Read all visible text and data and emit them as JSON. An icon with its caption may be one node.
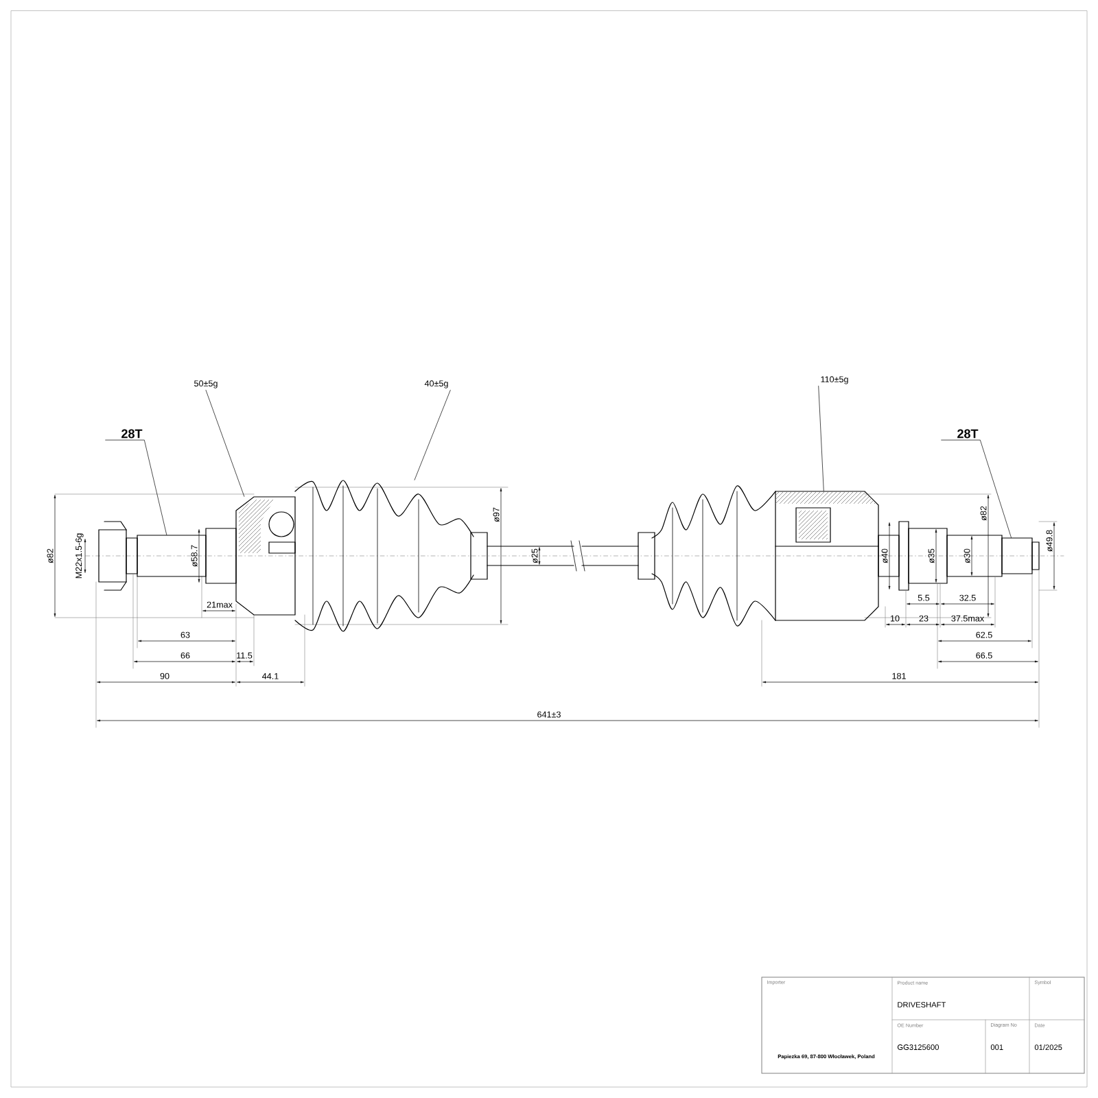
{
  "diagram": {
    "nodes": [
      {
        "text": [
          "28T"
        ]
      },
      {
        "text": [
          "50±5g"
        ]
      },
      {
        "text": [
          "40±5g"
        ]
      },
      {
        "text": [
          "110±5g"
        ]
      },
      {
        "text": [
          "28T"
        ]
      },
      {
        "text": [],
        "shape": "box"
      },
      {
        "text": [],
        "shape": "box"
      },
      {
        "text": [],
        "shape": "bellows"
      },
      {
        "text": [],
        "shape": "box"
      },
      {
        "text": [],
        "shape": "box"
      }
    ],
    "edges": [
      {
        "from": 0,
        "to": 5,
        "arrow": "none"
      },
      {
        "from": 1,
        "to": 6,
        "arrow": "none"
      },
      {
        "from": 2,
        "to": 7,
        "arrow": "none"
      },
      {
        "from": 3,
        "to": 8,
        "arrow": "none"
      },
      {
        "from": 4,
        "to": 9,
        "arrow": "none"
      }
    ],
    "labels": [
      "ø82",
      "M22x1.5-6g",
      "ø58.7",
      "ø97",
      "ø25",
      "ø40",
      "ø35",
      "ø30",
      "ø82",
      "ø49.8",
      "21max",
      "5.5",
      "32.5",
      "10",
      "23",
      "37.5max",
      "63",
      "62.5",
      "66",
      "11.5",
      "66.5",
      "90",
      "44.1",
      "181",
      "641±3",
      "Importer",
      "Papiezka 69, 87-800 Włocławek, Poland",
      "Product name",
      "DRIVESHAFT",
      "Symbol",
      "OE Number",
      "GG3125600",
      "Diagram No",
      "001",
      "Date",
      "01/2025"
    ]
  }
}
